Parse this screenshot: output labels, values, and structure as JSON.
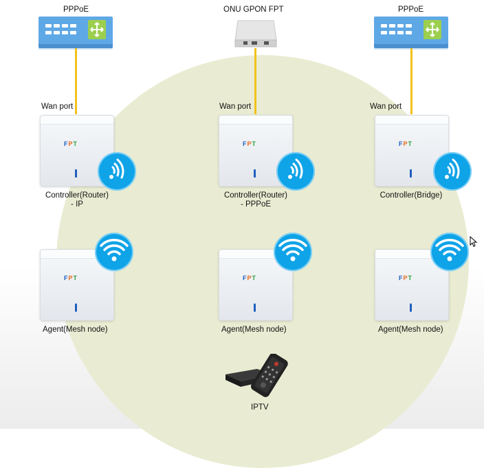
{
  "diagram": {
    "top_devices": {
      "left_switch_label": "PPPoE",
      "onu_label": "ONU GPON FPT",
      "right_switch_label": "PPPoE"
    },
    "wan_port_label": "Wan port",
    "controllers": [
      {
        "line1": "Controller(Router)",
        "line2": "- IP"
      },
      {
        "line1": "Controller(Router)",
        "line2": "- PPPoE"
      },
      {
        "line1": "Controller(Bridge)",
        "line2": ""
      }
    ],
    "agents": [
      {
        "label": "Agent(Mesh node)"
      },
      {
        "label": "Agent(Mesh node)"
      },
      {
        "label": "Agent(Mesh node)"
      }
    ],
    "device_logo": "FPT",
    "iptv_label": "IPTV",
    "colors": {
      "switch_blue": "#5fa8e6",
      "wire_yellow": "#f2c21b",
      "badge_blue": "#0fa3e8",
      "background_circle": "#e9ecd2"
    },
    "icons": [
      "network-switch-icon",
      "onu-device-icon",
      "mesh-router-icon",
      "signal-broadcast-icon",
      "wifi-icon",
      "iptv-box-icon",
      "mouse-cursor-icon"
    ]
  }
}
